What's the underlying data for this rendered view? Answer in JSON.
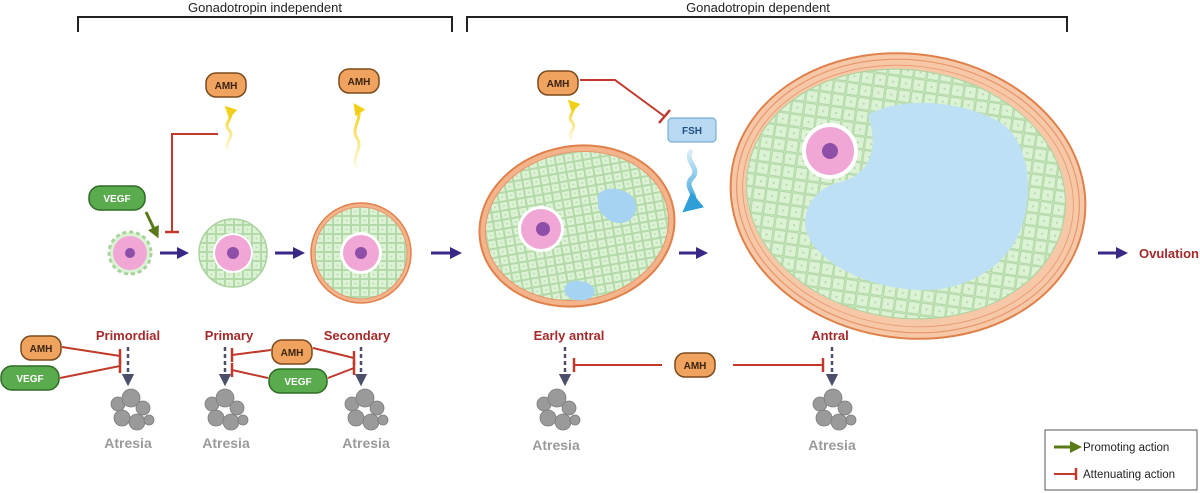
{
  "headers": {
    "independent": "Gonadotropin independent",
    "dependent": "Gonadotropin dependent"
  },
  "stages": {
    "primordial": "Primordial",
    "primary": "Primary",
    "secondary": "Secondary",
    "early_antral": "Early antral",
    "antral": "Antral"
  },
  "factors": {
    "amh": "AMH",
    "vegf": "VEGF",
    "fsh": "FSH"
  },
  "outcomes": {
    "atresia": "Atresia",
    "ovulation": "Ovulation"
  },
  "legend": {
    "promoting": "Promoting action",
    "attenuating": "Attenuating action"
  },
  "colors": {
    "amh_fill": "#f0a35e",
    "vegf_fill": "#5aaa4e",
    "fsh_fill": "#b9d9f2",
    "stage_text": "#a52a2a",
    "arrow_purple": "#3b2785",
    "inhibit_red": "#c0392b",
    "promote_green": "#5a7a1a",
    "granulosa": "#d8f0d0",
    "oocyte": "#f1a7d6",
    "antrum": "#bde0f5",
    "theca": "#e8966a",
    "atresia_gray": "#9a9a9a"
  }
}
